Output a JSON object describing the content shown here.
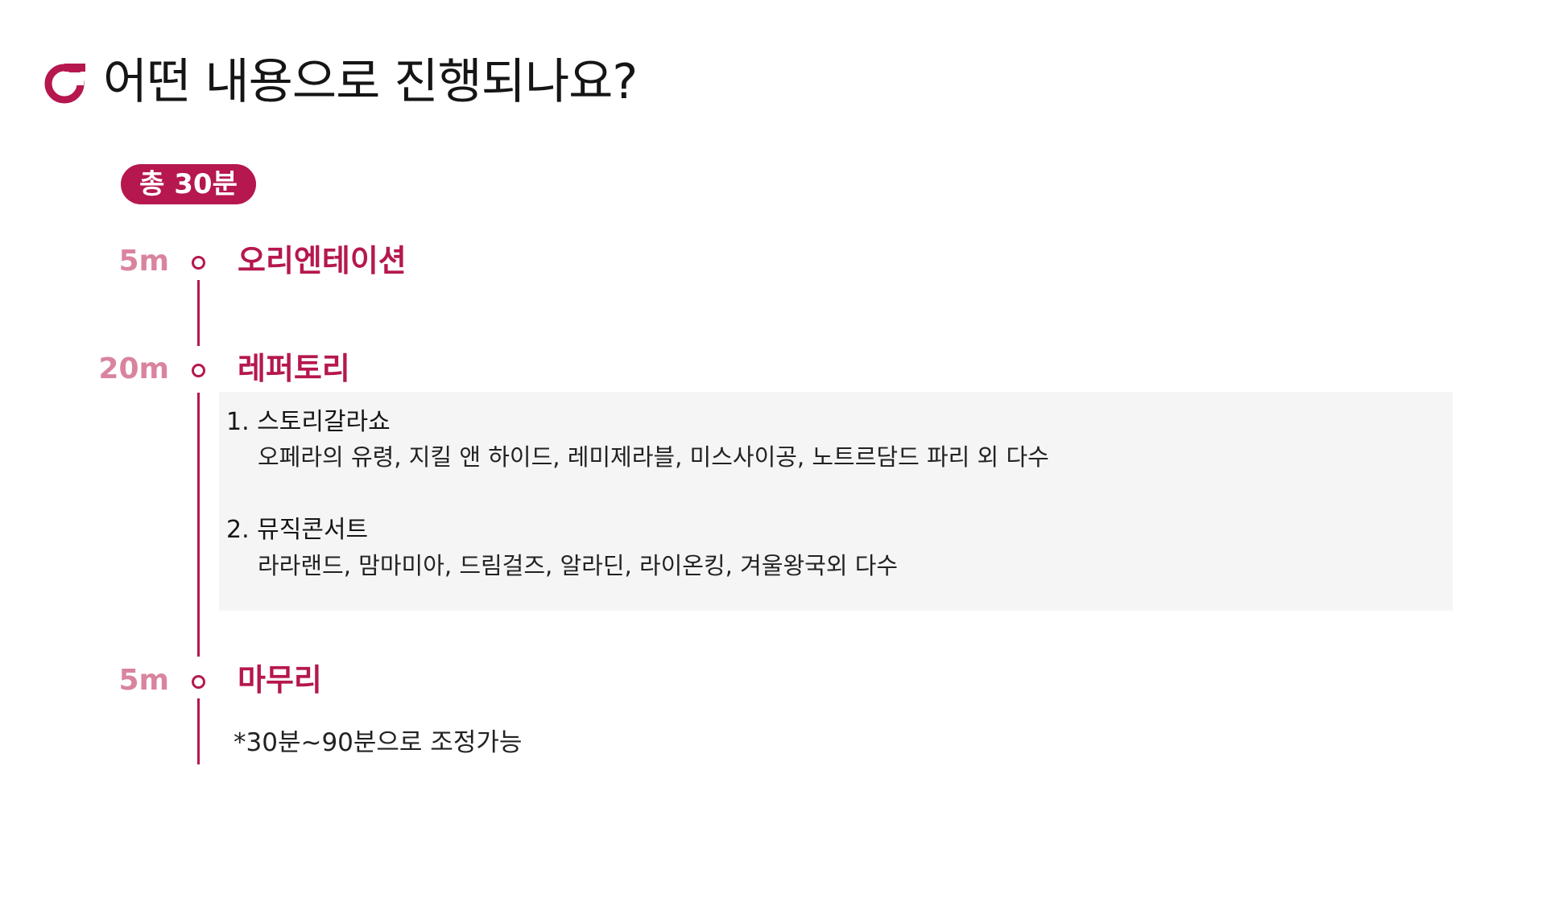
{
  "header": {
    "title": "어떤 내용으로 진행되나요?",
    "logo_icon": "ring-logo-icon",
    "accent_color": "#b5174e"
  },
  "total_badge": "총 30분",
  "timeline": [
    {
      "time": "5m",
      "title": "오리엔테이션"
    },
    {
      "time": "20m",
      "title": "레퍼토리"
    },
    {
      "time": "5m",
      "title": "마무리"
    }
  ],
  "repertoire": [
    {
      "title": "1. 스토리갈라쇼",
      "description": "오페라의 유령, 지킬 앤 하이드, 레미제라블, 미스사이공, 노트르담드 파리 외 다수"
    },
    {
      "title": "2. 뮤직콘서트",
      "description": "라라랜드, 맘마미아, 드림걸즈, 알라딘, 라이온킹, 겨울왕국외 다수"
    }
  ],
  "note": "*30분~90분으로 조정가능"
}
